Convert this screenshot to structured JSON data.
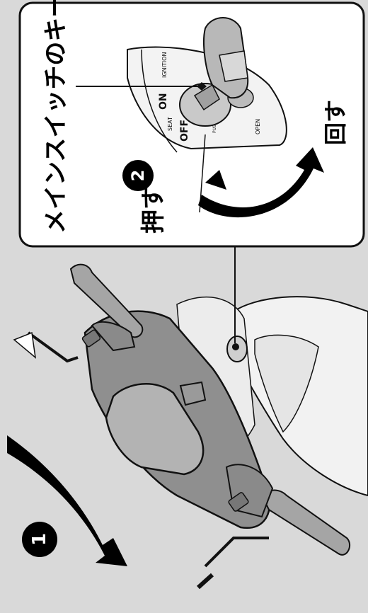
{
  "labels": {
    "main_switch_key": "メインスイッチのキー",
    "push": "押す",
    "turn": "回す",
    "step1": "1",
    "step2": "2"
  },
  "switch_markings": {
    "on": "ON",
    "off": "OFF",
    "seat": "SEAT",
    "ignition": "IGNITION",
    "open": "OPEN",
    "push_small": "PUSH"
  },
  "colors": {
    "background": "#d9d9d9",
    "panel": "#ffffff",
    "ink": "#000000",
    "outline": "#111111"
  }
}
